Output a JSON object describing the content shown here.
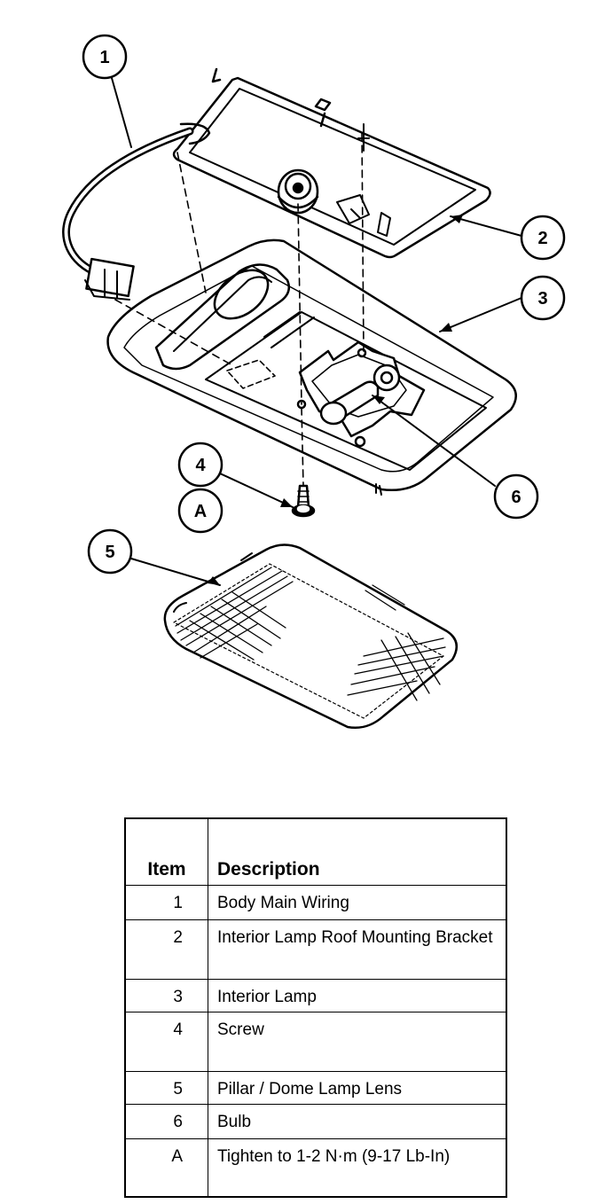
{
  "callouts": [
    "1",
    "2",
    "3",
    "4",
    "A",
    "5",
    "6"
  ],
  "legend": {
    "headers": {
      "item": "Item",
      "description": "Description"
    },
    "rows": [
      {
        "item": "1",
        "description": "Body Main Wiring"
      },
      {
        "item": "2",
        "description": "Interior Lamp Roof Mounting Bracket"
      },
      {
        "item": "3",
        "description": "Interior Lamp"
      },
      {
        "item": "4",
        "description": "Screw"
      },
      {
        "item": "5",
        "description": "Pillar / Dome Lamp Lens"
      },
      {
        "item": "6",
        "description": "Bulb"
      },
      {
        "item": "A",
        "description": "Tighten to 1-2 N·m (9-17 Lb-In)"
      }
    ]
  }
}
